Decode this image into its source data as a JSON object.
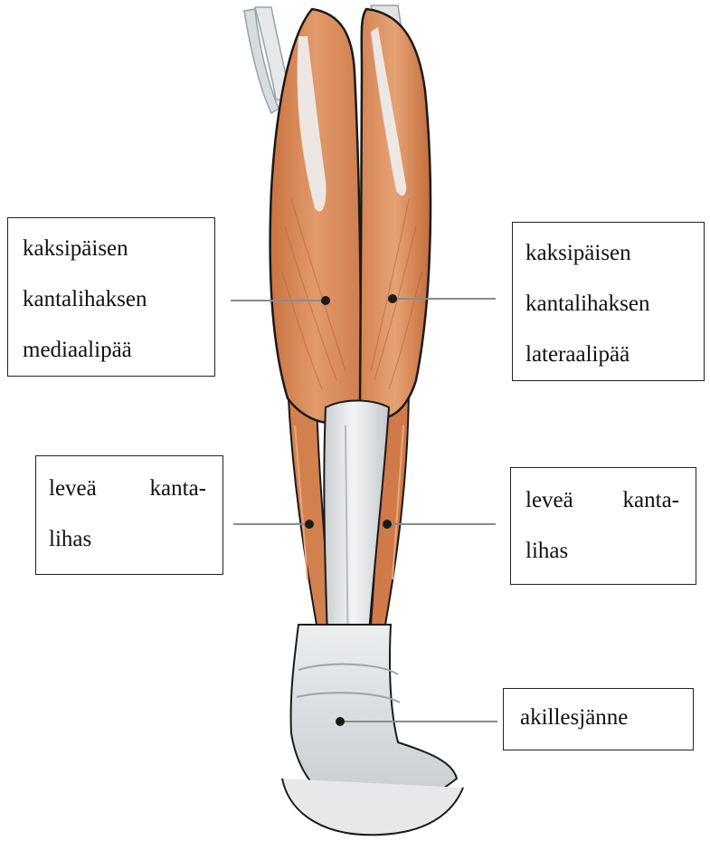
{
  "colors": {
    "muscle": "#d98a5c",
    "muscle_shadow": "#b8633a",
    "muscle_highlight": "#efb48d",
    "tendon": "#e4e6e8",
    "tendon_shadow": "#b9bdc2",
    "outline": "#1a1a1a",
    "leader_line": "#8a8a8a",
    "dot": "#1a1a1a"
  },
  "labels": {
    "gastroc_medial": {
      "lines": [
        "kaksipäisen",
        "kantalihaksen",
        "mediaalipää"
      ]
    },
    "gastroc_lateral": {
      "lines": [
        "kaksipäisen",
        "kantalihaksen",
        "lateraalipää"
      ]
    },
    "soleus_left": {
      "lines": [
        "leveä kanta-",
        "lihas"
      ]
    },
    "soleus_right": {
      "lines": [
        "leveä kanta-",
        "lihas"
      ]
    },
    "achilles": {
      "lines": [
        "akillesjänne"
      ]
    }
  }
}
